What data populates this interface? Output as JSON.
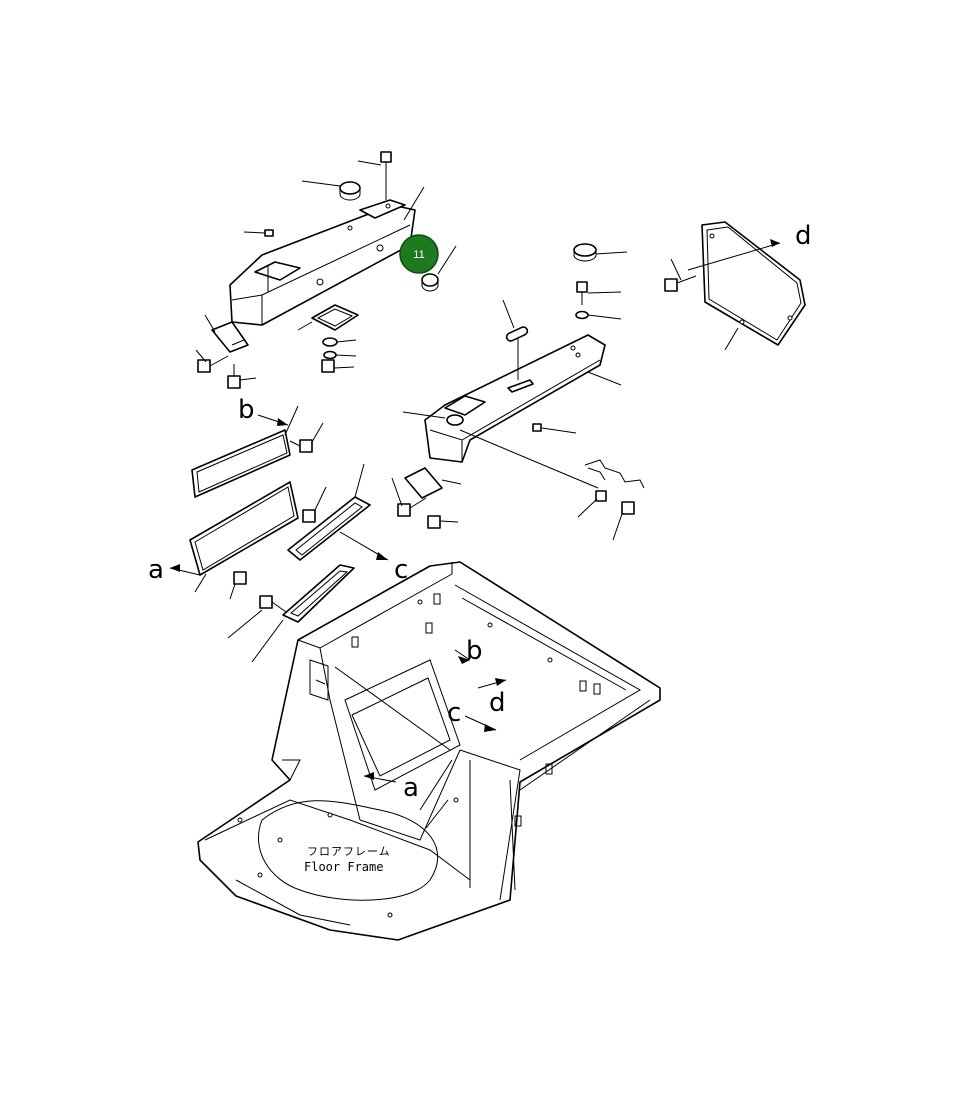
{
  "ref_letters": {
    "a": "a",
    "b": "b",
    "c": "c",
    "d": "d"
  },
  "floor_frame": {
    "label_jp": "フロアフレーム",
    "label_en": "Floor Frame"
  },
  "callout": {
    "number": "11",
    "color": "#1f7a1f"
  }
}
